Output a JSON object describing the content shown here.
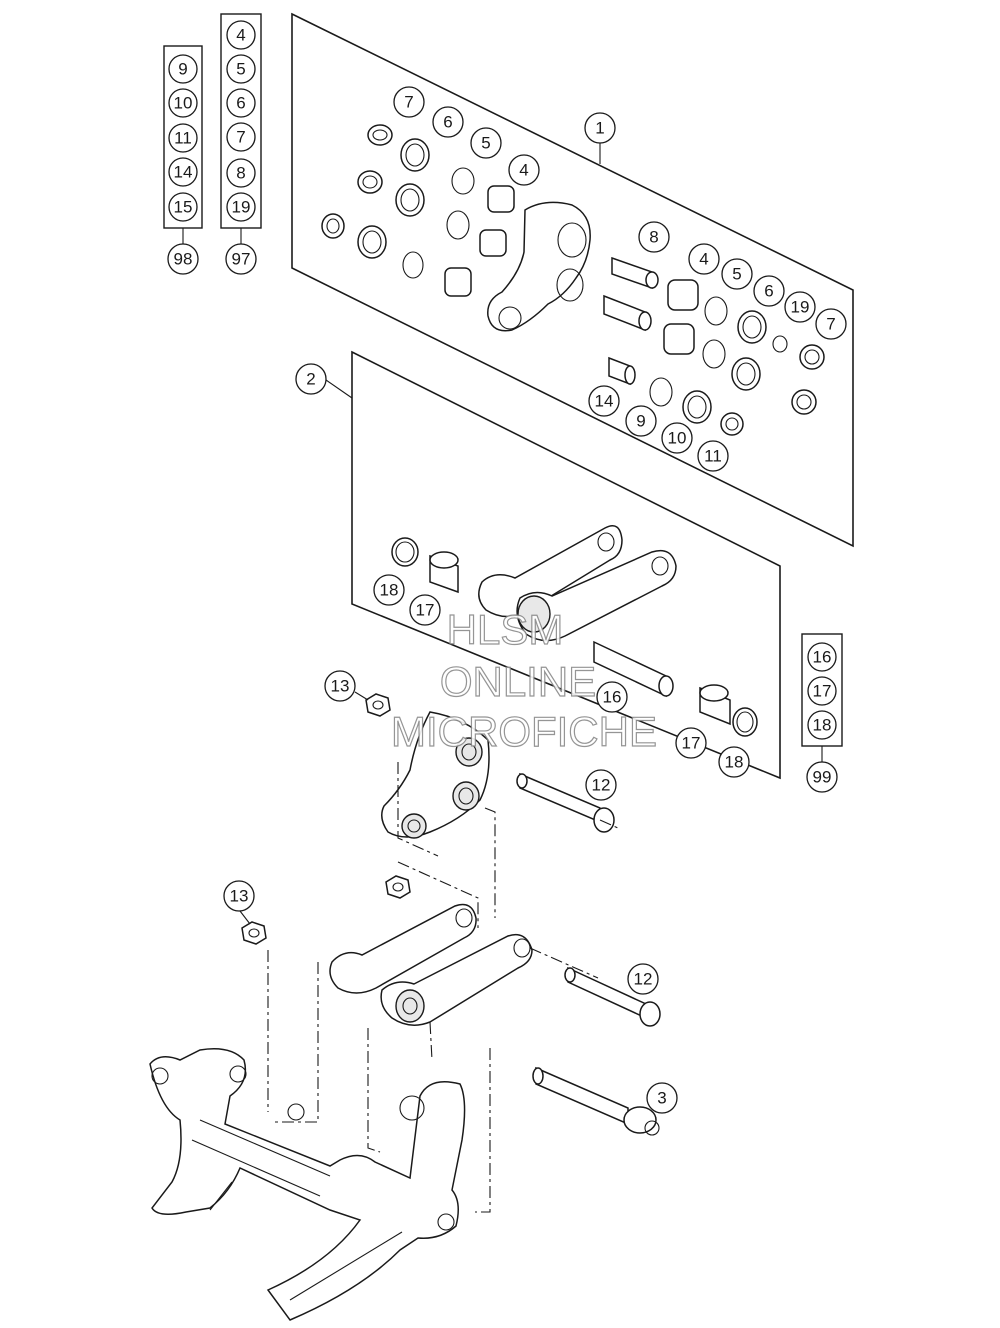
{
  "watermark": {
    "line1": "HLSM",
    "line2": "ONLINE",
    "line3": "MICROFICHE"
  },
  "callouts": {
    "c1": "1",
    "c2": "2",
    "c3": "3",
    "c4a": "4",
    "c4b": "4",
    "c5a": "5",
    "c5b": "5",
    "c6a": "6",
    "c6b": "6",
    "c7a": "7",
    "c7b": "7",
    "c8": "8",
    "c9": "9",
    "c10": "10",
    "c11": "11",
    "c12a": "12",
    "c12b": "12",
    "c13a": "13",
    "c13b": "13",
    "c14": "14",
    "c16": "16",
    "c17a": "17",
    "c17b": "17",
    "c18a": "18",
    "c18b": "18",
    "c19": "19"
  },
  "kits": {
    "k98": {
      "label": "98",
      "items": [
        "9",
        "10",
        "11",
        "14",
        "15"
      ]
    },
    "k97": {
      "label": "97",
      "items": [
        "4",
        "5",
        "6",
        "7",
        "8",
        "19"
      ]
    },
    "k99": {
      "label": "99",
      "items": [
        "16",
        "17",
        "18"
      ]
    }
  }
}
